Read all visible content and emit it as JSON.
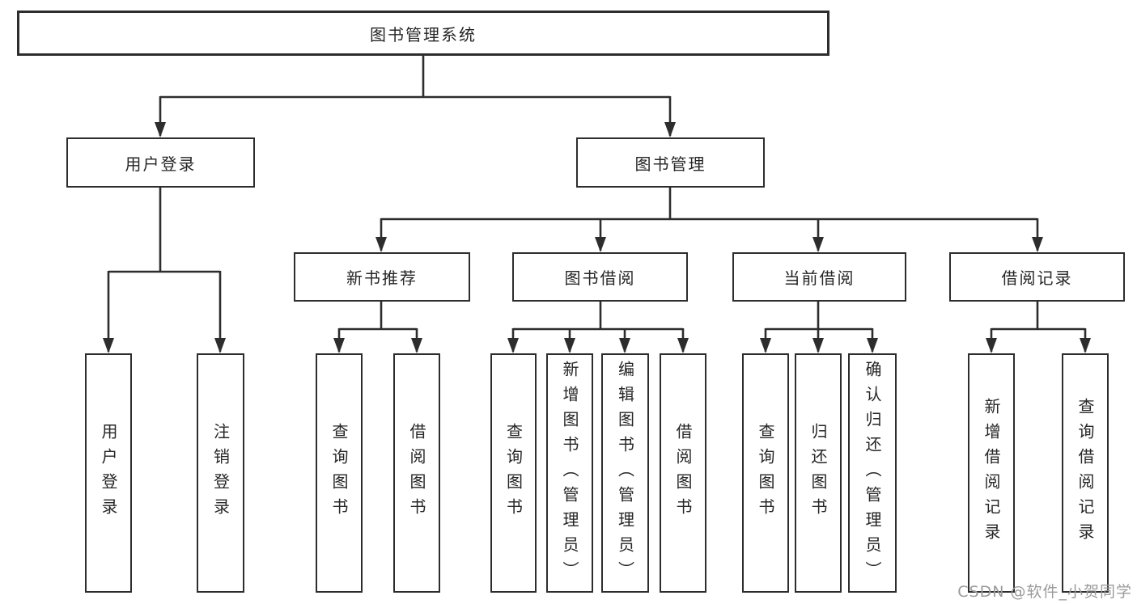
{
  "diagram": {
    "root": {
      "label": "图书管理系统"
    },
    "level2": [
      {
        "label": "用户登录"
      },
      {
        "label": "图书管理"
      }
    ],
    "level3": [
      {
        "label": "新书推荐"
      },
      {
        "label": "图书借阅"
      },
      {
        "label": "当前借阅"
      },
      {
        "label": "借阅记录"
      }
    ],
    "leaves": {
      "user_login": [
        "用户登录",
        "注销登录"
      ],
      "new_books": [
        "查询图书",
        "借阅图书"
      ],
      "book_borrow": [
        "查询图书",
        "新增图书（管理员）",
        "编辑图书（管理员）",
        "借阅图书"
      ],
      "current_borrow": [
        "查询图书",
        "归还图书",
        "确认归还（管理员）"
      ],
      "borrow_records": [
        "新增借阅记录",
        "查询借阅记录"
      ]
    }
  },
  "watermark": "CSDN @软件_小贺同学",
  "colors": {
    "line": "#2d2d2d",
    "text": "#262626",
    "box_background": "#ffffff",
    "watermark": "#9b9b9b",
    "background": "#ffffff"
  }
}
